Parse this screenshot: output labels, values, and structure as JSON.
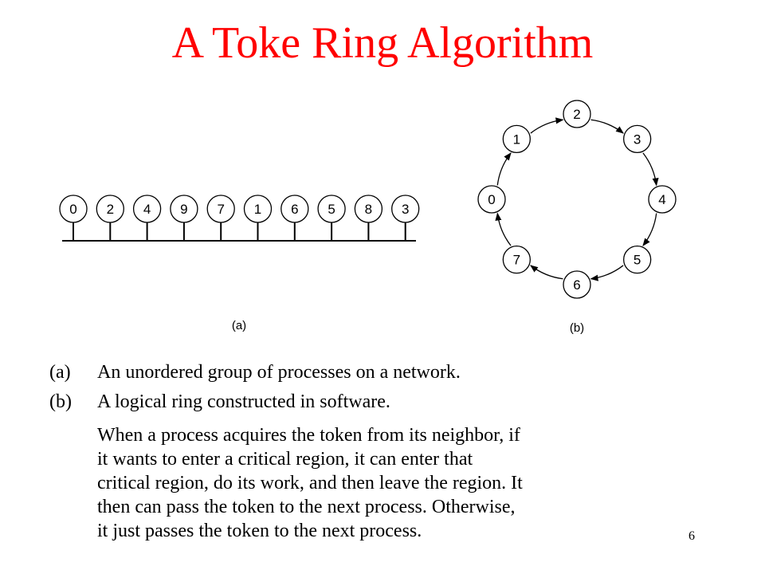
{
  "title": "A Toke Ring Algorithm",
  "title_color": "#ff0000",
  "diagram": {
    "bus_nodes": [
      "0",
      "2",
      "4",
      "9",
      "7",
      "1",
      "6",
      "5",
      "8",
      "3"
    ],
    "bus_caption": "(a)",
    "ring_nodes": [
      "0",
      "1",
      "2",
      "3",
      "4",
      "5",
      "6",
      "7"
    ],
    "ring_caption": "(b)"
  },
  "items": [
    {
      "label": "(a)",
      "text": "An unordered group of processes on a network."
    },
    {
      "label": "(b)",
      "text": "A logical ring constructed in software."
    }
  ],
  "paragraph_lines": [
    "When a process acquires the token from its neighbor, if",
    "it wants to enter a critical region, it can enter that",
    "critical region, do its work, and then leave the region. It",
    "then can pass the token to the next process. Otherwise,",
    "it just passes the token to the next process."
  ],
  "slide_number": "6"
}
